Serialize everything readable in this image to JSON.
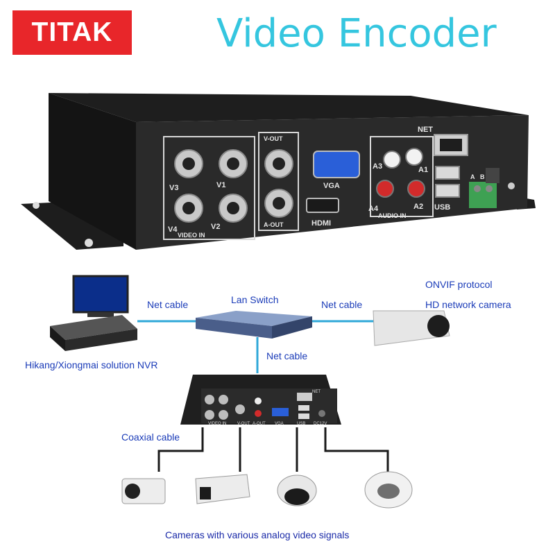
{
  "brand": {
    "name": "TITAK"
  },
  "title": "Video Encoder",
  "device": {
    "panels": {
      "video_in": "VIDEO IN",
      "v_out": "V-OUT",
      "a_out": "A-OUT",
      "audio_in": "AUDIO IN"
    },
    "ports": {
      "v1": "V1",
      "v2": "V2",
      "v3": "V3",
      "v4": "V4",
      "vga": "VGA",
      "hdmi": "HDMI",
      "a1": "A1",
      "a2": "A2",
      "a3": "A3",
      "a4": "A4",
      "net": "NET",
      "usb": "USB",
      "a": "A",
      "b": "B"
    }
  },
  "diagram": {
    "nvr_label": "Hikang/Xiongmai solution NVR",
    "switch_label": "Lan Switch",
    "net_cable_left": "Net cable",
    "net_cable_right": "Net cable",
    "net_cable_down": "Net cable",
    "camera_label_line1": "ONVIF protocol",
    "camera_label_line2": "HD network camera",
    "coax_label": "Coaxial cable",
    "bottom_caption": "Cameras with various analog video signals",
    "small_device": {
      "net": "NET",
      "usb": "USB",
      "dc": "DC12V",
      "vga": "VGA",
      "video_in": "VIDEO IN",
      "v_out": "V-OUT",
      "a_out": "A-OUT"
    }
  },
  "colors": {
    "brand_bg": "#e8262a",
    "title": "#35c6df",
    "link_line": "#2fa8d8",
    "label": "#1a2aa8",
    "device_body": "#2a2a2a"
  }
}
